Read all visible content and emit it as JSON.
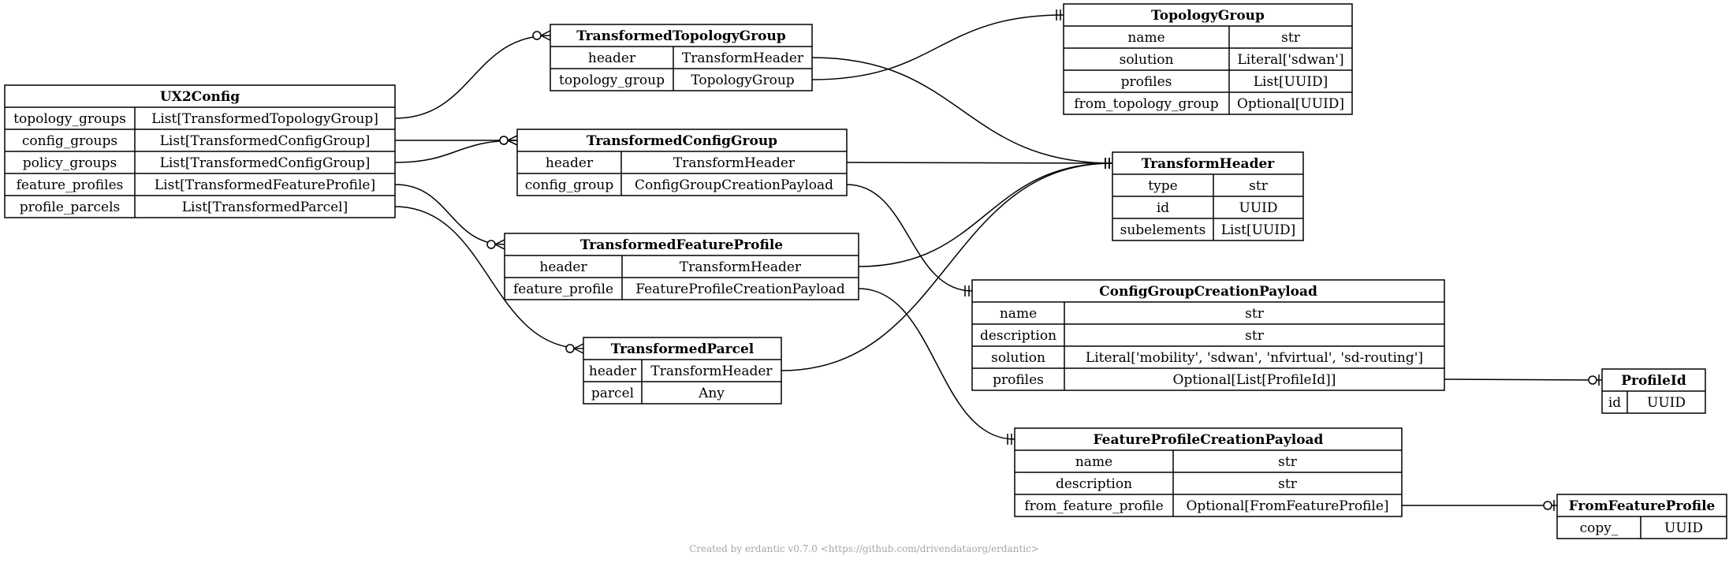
{
  "tables": {
    "UX2Config": {
      "title": "UX2Config",
      "rows": [
        [
          "topology_groups",
          "List[TransformedTopologyGroup]"
        ],
        [
          "config_groups",
          "List[TransformedConfigGroup]"
        ],
        [
          "policy_groups",
          "List[TransformedConfigGroup]"
        ],
        [
          "feature_profiles",
          "List[TransformedFeatureProfile]"
        ],
        [
          "profile_parcels",
          "List[TransformedParcel]"
        ]
      ]
    },
    "TransformedTopologyGroup": {
      "title": "TransformedTopologyGroup",
      "rows": [
        [
          "header",
          "TransformHeader"
        ],
        [
          "topology_group",
          "TopologyGroup"
        ]
      ]
    },
    "TransformedConfigGroup": {
      "title": "TransformedConfigGroup",
      "rows": [
        [
          "header",
          "TransformHeader"
        ],
        [
          "config_group",
          "ConfigGroupCreationPayload"
        ]
      ]
    },
    "TransformedFeatureProfile": {
      "title": "TransformedFeatureProfile",
      "rows": [
        [
          "header",
          "TransformHeader"
        ],
        [
          "feature_profile",
          "FeatureProfileCreationPayload"
        ]
      ]
    },
    "TransformedParcel": {
      "title": "TransformedParcel",
      "rows": [
        [
          "header",
          "TransformHeader"
        ],
        [
          "parcel",
          "Any"
        ]
      ]
    },
    "TopologyGroup": {
      "title": "TopologyGroup",
      "rows": [
        [
          "name",
          "str"
        ],
        [
          "solution",
          "Literal['sdwan']"
        ],
        [
          "profiles",
          "List[UUID]"
        ],
        [
          "from_topology_group",
          "Optional[UUID]"
        ]
      ]
    },
    "TransformHeader": {
      "title": "TransformHeader",
      "rows": [
        [
          "type",
          "str"
        ],
        [
          "id",
          "UUID"
        ],
        [
          "subelements",
          "List[UUID]"
        ]
      ]
    },
    "ConfigGroupCreationPayload": {
      "title": "ConfigGroupCreationPayload",
      "rows": [
        [
          "name",
          "str"
        ],
        [
          "description",
          "str"
        ],
        [
          "solution",
          "Literal['mobility', 'sdwan', 'nfvirtual', 'sd-routing']"
        ],
        [
          "profiles",
          "Optional[List[ProfileId]]"
        ]
      ]
    },
    "ProfileId": {
      "title": "ProfileId",
      "rows": [
        [
          "id",
          "UUID"
        ]
      ]
    },
    "FeatureProfileCreationPayload": {
      "title": "FeatureProfileCreationPayload",
      "rows": [
        [
          "name",
          "str"
        ],
        [
          "description",
          "str"
        ],
        [
          "from_feature_profile",
          "Optional[FromFeatureProfile]"
        ]
      ]
    },
    "FromFeatureProfile": {
      "title": "FromFeatureProfile",
      "rows": [
        [
          "copy_",
          "UUID"
        ]
      ]
    }
  },
  "relationships": [
    {
      "from": "UX2Config",
      "row": "topology_groups",
      "to": "TransformedTopologyGroup",
      "end": "zero-or-many"
    },
    {
      "from": "UX2Config",
      "row": "config_groups",
      "to": "TransformedConfigGroup",
      "end": "zero-or-many"
    },
    {
      "from": "UX2Config",
      "row": "policy_groups",
      "to": "TransformedConfigGroup",
      "end": "zero-or-many"
    },
    {
      "from": "UX2Config",
      "row": "feature_profiles",
      "to": "TransformedFeatureProfile",
      "end": "zero-or-many"
    },
    {
      "from": "UX2Config",
      "row": "profile_parcels",
      "to": "TransformedParcel",
      "end": "zero-or-many"
    },
    {
      "from": "TransformedTopologyGroup",
      "row": "header",
      "to": "TransformHeader",
      "end": "exactly-one"
    },
    {
      "from": "TransformedTopologyGroup",
      "row": "topology_group",
      "to": "TopologyGroup",
      "end": "exactly-one"
    },
    {
      "from": "TransformedConfigGroup",
      "row": "header",
      "to": "TransformHeader",
      "end": "exactly-one"
    },
    {
      "from": "TransformedConfigGroup",
      "row": "config_group",
      "to": "ConfigGroupCreationPayload",
      "end": "exactly-one"
    },
    {
      "from": "TransformedFeatureProfile",
      "row": "header",
      "to": "TransformHeader",
      "end": "exactly-one"
    },
    {
      "from": "TransformedFeatureProfile",
      "row": "feature_profile",
      "to": "FeatureProfileCreationPayload",
      "end": "exactly-one"
    },
    {
      "from": "TransformedParcel",
      "row": "header",
      "to": "TransformHeader",
      "end": "exactly-one"
    },
    {
      "from": "ConfigGroupCreationPayload",
      "row": "profiles",
      "to": "ProfileId",
      "end": "zero-or-one"
    },
    {
      "from": "FeatureProfileCreationPayload",
      "row": "from_feature_profile",
      "to": "FromFeatureProfile",
      "end": "zero-or-one"
    }
  ],
  "footer": "Created by erdantic v0.7.0 <https://github.com/drivendataorg/erdantic>"
}
